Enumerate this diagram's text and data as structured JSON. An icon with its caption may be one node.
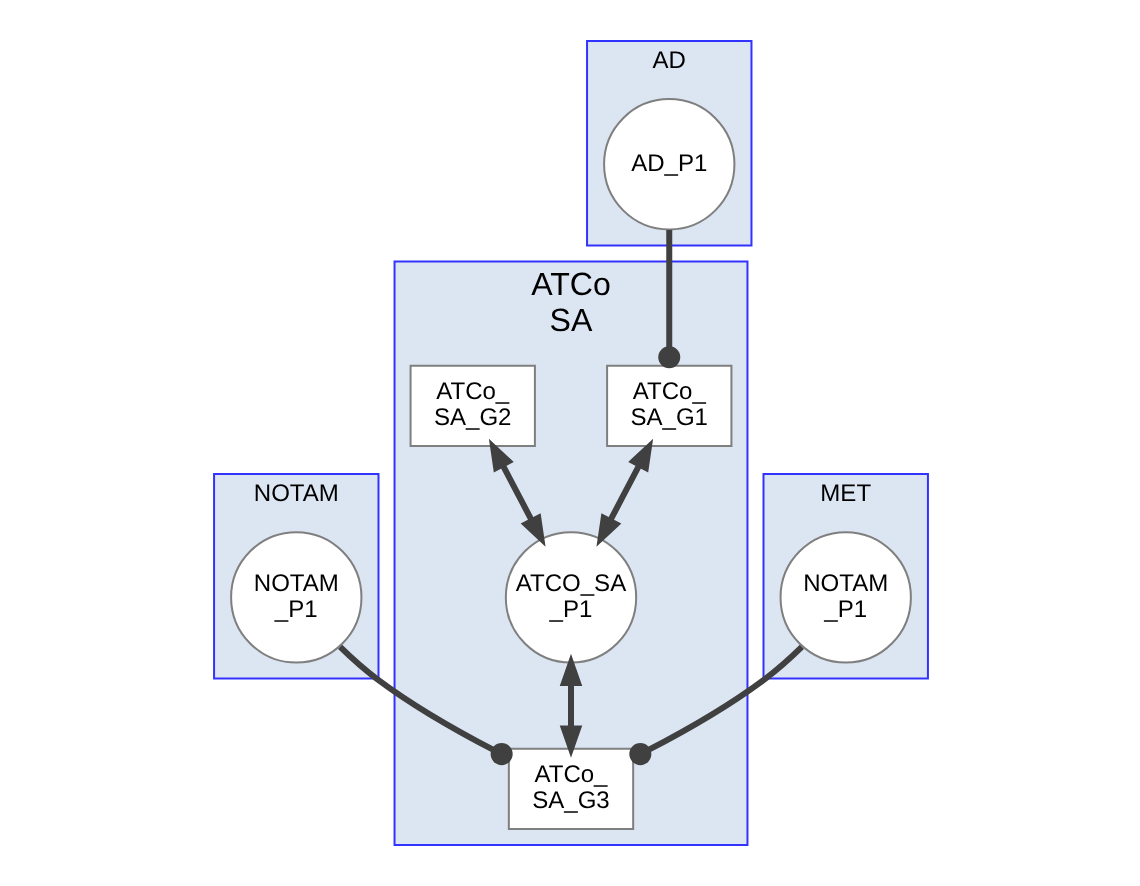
{
  "diagram": {
    "nodes": [
      {
        "text": [
          "NOTAM"
        ]
      },
      {
        "text": [
          "NOTAM _P1"
        ],
        "in": 0
      },
      {
        "text": [
          "MET"
        ]
      },
      {
        "text": [
          "NOTAM _P1"
        ],
        "in": 2
      },
      {
        "text": [
          "ATCo SA"
        ]
      },
      {
        "text": [
          "AD"
        ]
      },
      {
        "text": [
          "AD_P1"
        ],
        "in": 5
      },
      {
        "text": [
          "ATCo_ SA_G1"
        ],
        "in": 4
      },
      {
        "text": [
          "ATCo_ SA_G2"
        ],
        "in": 4
      },
      {
        "text": [
          "ATCO_SA _P1"
        ],
        "in": 4
      },
      {
        "text": [
          "ATCo_ SA_G3"
        ],
        "in": 4
      }
    ],
    "edges": [
      {
        "from": 6,
        "to": 7,
        "arrow": "other"
      },
      {
        "from": 1,
        "to": 10,
        "arrow": "other"
      },
      {
        "from": 3,
        "to": 10,
        "arrow": "other"
      },
      {
        "from": 7,
        "to": 9,
        "arrow": "both"
      },
      {
        "from": 8,
        "to": 9,
        "arrow": "both"
      },
      {
        "from": 9,
        "to": 10,
        "arrow": "both"
      }
    ]
  }
}
